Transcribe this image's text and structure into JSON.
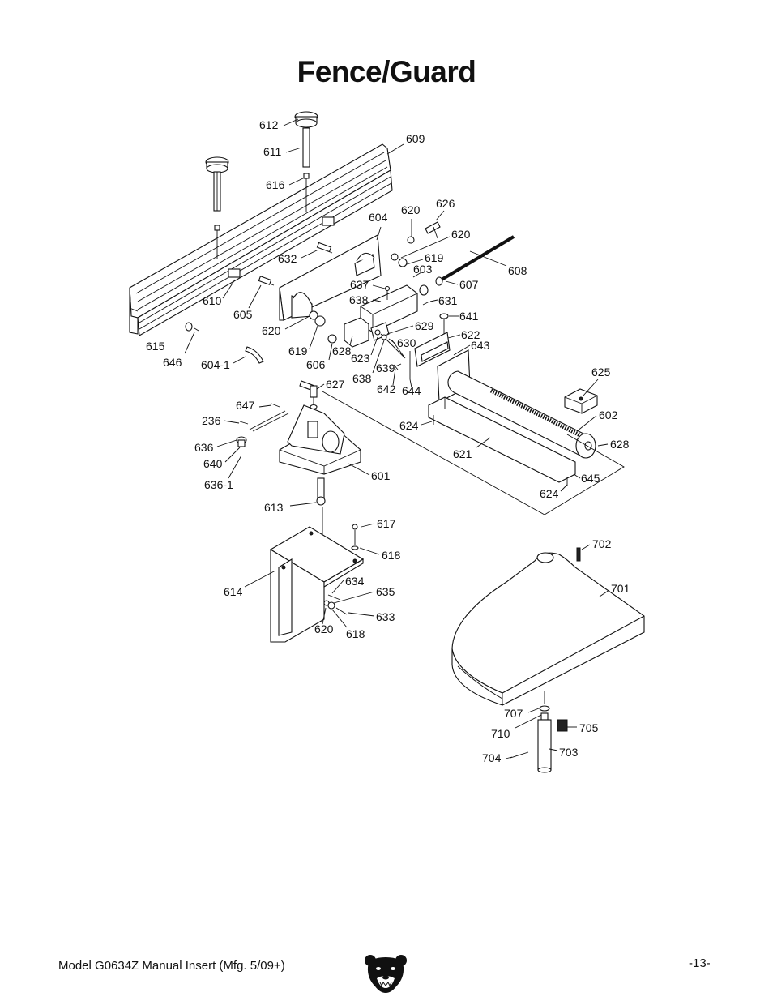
{
  "page": {
    "title": "Fence/Guard",
    "footer_model": "Model G0634Z Manual Insert (Mfg. 5/09+)",
    "page_number": "-13-",
    "logo_icon": "bear-head-logo"
  },
  "callouts": [
    "612",
    "611",
    "609",
    "616",
    "620",
    "626",
    "604",
    "620",
    "632",
    "619",
    "603",
    "608",
    "610",
    "605",
    "637",
    "607",
    "638",
    "631",
    "641",
    "620",
    "629",
    "622",
    "615",
    "643",
    "619",
    "606",
    "628",
    "630",
    "646",
    "604-1",
    "623",
    "639",
    "638",
    "642",
    "644",
    "625",
    "627",
    "647",
    "602",
    "236",
    "624",
    "628",
    "636",
    "621",
    "640",
    "601",
    "645",
    "636-1",
    "624",
    "613",
    "617",
    "618",
    "702",
    "634",
    "614",
    "701",
    "635",
    "620",
    "633",
    "618",
    "707",
    "705",
    "710",
    "703",
    "704"
  ]
}
